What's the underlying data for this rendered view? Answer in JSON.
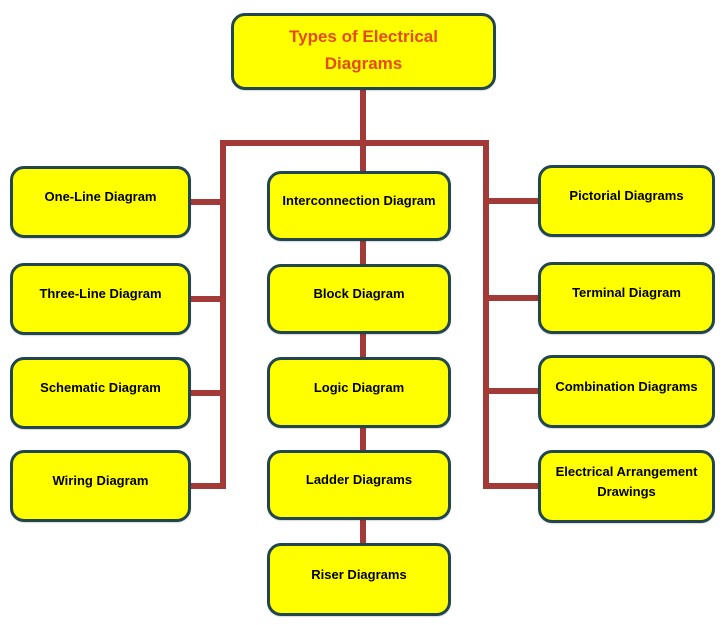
{
  "title": {
    "line1": "Types of Electrical",
    "line2": "Diagrams"
  },
  "columns": {
    "left": [
      "One-Line Diagram",
      "Three-Line Diagram",
      "Schematic Diagram",
      "Wiring Diagram"
    ],
    "center": [
      "Interconnection Diagram",
      "Block Diagram",
      "Logic Diagram",
      "Ladder Diagrams",
      "Riser Diagrams"
    ],
    "right": [
      "Pictorial Diagrams",
      "Terminal Diagram",
      "Combination Diagrams",
      "Electrical Arrangement Drawings"
    ]
  },
  "colors": {
    "box_fill": "#FFFF00",
    "box_border": "#22464E",
    "connector": "#A23B38",
    "title_text": "#E64A0D",
    "label_text": "#000000"
  }
}
